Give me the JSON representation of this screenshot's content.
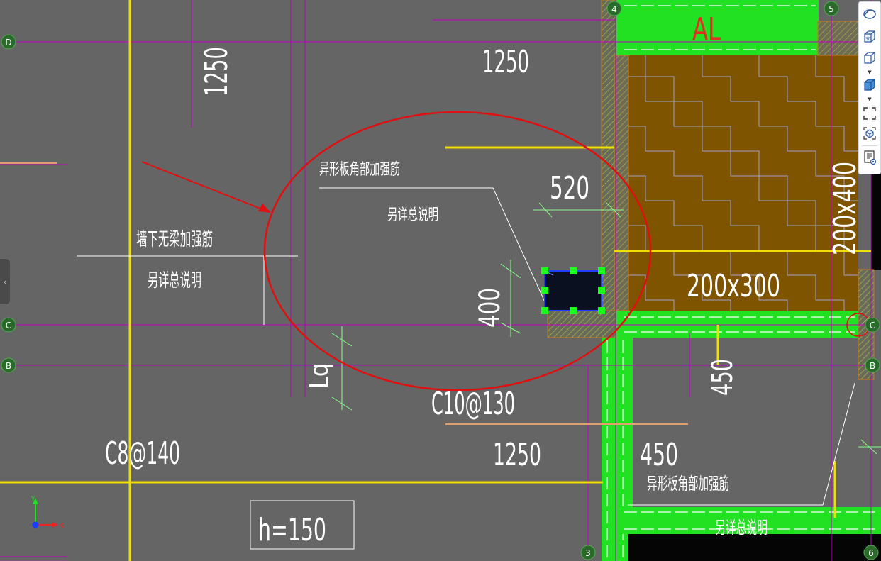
{
  "axes": {
    "D": "D",
    "C_left": "C",
    "B_left": "B",
    "n4": "4",
    "n5": "5",
    "n3": "3",
    "n6": "6",
    "C_right": "C",
    "B_right": "B"
  },
  "dimensions": {
    "d1250_vertical": "1250",
    "d1250_top": "1250",
    "d520": "520",
    "d400": "400",
    "lq": "Lq",
    "c10_130": "C10@130",
    "c8_140": "C8@140",
    "d1250_bottom": "1250",
    "d450_right": "450",
    "d450_bottom": "450",
    "beam_200x300": "200x300",
    "beam_200x400": "200x400",
    "al": "AL",
    "slab_thickness": "h=150"
  },
  "notes": {
    "corner_rebar_title": "异形板角部加强筋",
    "corner_rebar_sub": "另详总说明",
    "wall_rebar_title": "墙下无梁加强筋",
    "wall_rebar_sub": "另详总说明",
    "corner_rebar_title_2": "异形板角部加强筋",
    "corner_rebar_sub_2": "另详总说明"
  },
  "ucs": {
    "x": "X",
    "y": "Y"
  },
  "toolbar": {
    "buttons": [
      "orbit-icon",
      "3d-view-icon",
      "cube-view-icon",
      "shaded-cube-icon",
      "zoom-extents-icon",
      "box-view-icon",
      "properties-panel-icon"
    ]
  },
  "colors": {
    "background": "#656565",
    "axis_line": "#c000c0",
    "highlight_circle": "#e01010",
    "beam_green": "#22e022",
    "slab_brown": "#7f5400",
    "grip": "#1aff1a",
    "yellow_line": "#f0e000"
  }
}
